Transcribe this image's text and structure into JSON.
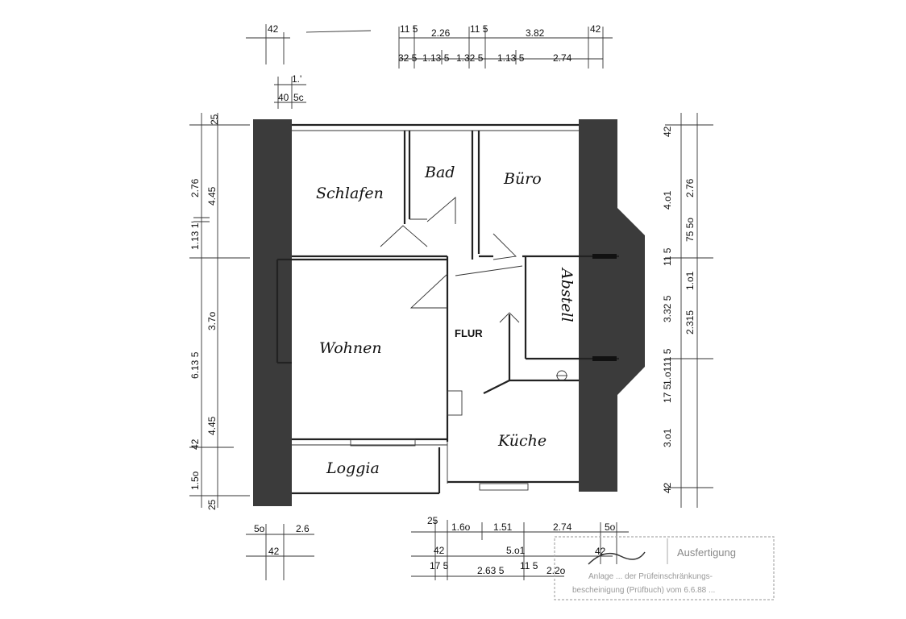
{
  "rooms": {
    "schlafen": "Schlafen",
    "bad": "Bad",
    "buero": "Büro",
    "wohnen": "Wohnen",
    "flur": "FLUR",
    "abstell": "Abstell",
    "kueche": "Küche",
    "loggia": "Loggia"
  },
  "dims_top": {
    "row1": [
      "42",
      "11 5",
      "2.26",
      "11 5",
      "3.82",
      "42"
    ],
    "row2": [
      "32 5",
      "1.13 5",
      "1.32 5",
      "1.13 5",
      "2.74"
    ],
    "small": [
      "1.'",
      "40",
      "5c"
    ]
  },
  "dims_left": {
    "outer": [
      "25",
      "2.76",
      "1.13 1'",
      "3.7o",
      "6.13 5",
      "4.45",
      "1.5o",
      "25"
    ],
    "inner": [
      "4.45",
      "42"
    ]
  },
  "dims_right": {
    "outer": [
      "42",
      "2.76",
      "75 5o",
      "11 5",
      "1.o1",
      "2.315",
      "11 5",
      "1.o1",
      "3.o1",
      "42"
    ],
    "inner": [
      "4.o1",
      "3.32 5",
      "17 5"
    ]
  },
  "dims_bottom": {
    "left": [
      "5o",
      "2.6",
      "42"
    ],
    "row1": [
      "25",
      "1.6o",
      "1.51",
      "2.74",
      "5o"
    ],
    "row2": [
      "42",
      "5.o1"
    ],
    "row3": [
      "17 5",
      "2.63 5",
      "11 5",
      "2.2o"
    ]
  },
  "stamp": {
    "title": "Ausfertigung",
    "line1": "Anlage ... der Prüfeinschränkungs-",
    "line2": "bescheinigung (Prüfbuch) vom 6.6.88 ...",
    "sig": "42"
  }
}
